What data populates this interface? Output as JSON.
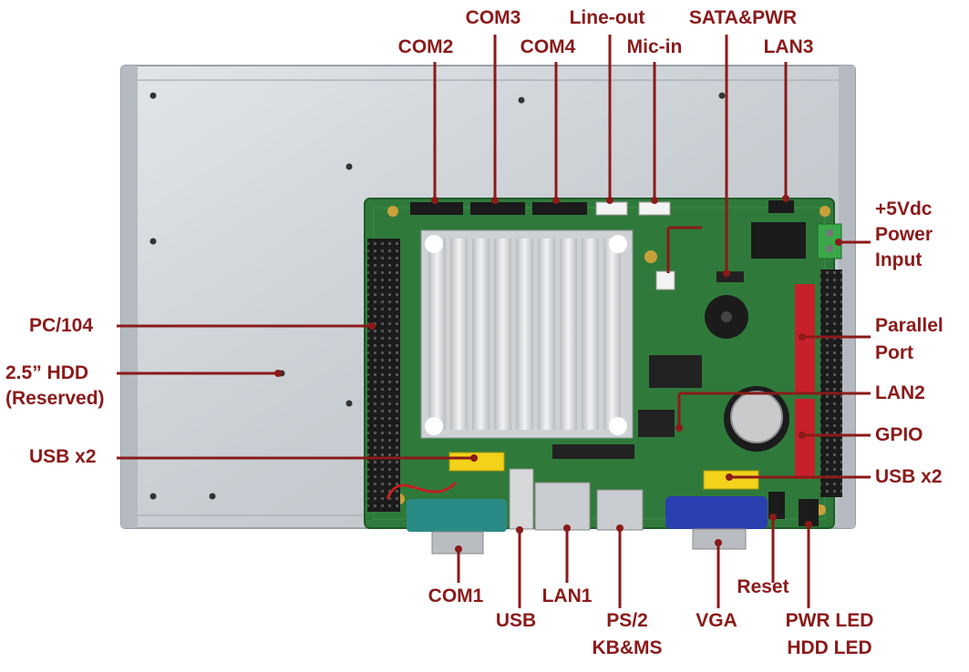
{
  "labels": {
    "com2": "COM2",
    "com3": "COM3",
    "com4": "COM4",
    "line_out": "Line-out",
    "mic_in": "Mic-in",
    "sata_pwr": "SATA&PWR",
    "lan3": "LAN3",
    "power_input": [
      "+5Vdc",
      "Power",
      "Input"
    ],
    "pc104": "PC/104",
    "hdd": [
      "2.5” HDD",
      "(Reserved)"
    ],
    "usb_x2_left": "USB x2",
    "parallel_port": [
      "Parallel",
      "Port"
    ],
    "lan2": "LAN2",
    "gpio": "GPIO",
    "usb_x2_right": "USB x2",
    "com1": "COM1",
    "usb": "USB",
    "lan1": "LAN1",
    "ps2": [
      "PS/2",
      "KB&MS"
    ],
    "vga": "VGA",
    "reset": "Reset",
    "pwr_hdd_led": [
      "PWR LED",
      "HDD LED"
    ]
  },
  "colors": {
    "label": "#8b1a1a",
    "chassis": "#c9ced3",
    "pcb": "#2f7a3a",
    "heatsink": "#d8dadc",
    "header_black": "#1b1b1b",
    "connector_red": "#c8202a",
    "usb_yellow": "#f2d21a",
    "vga_blue": "#2a3fb0",
    "com1_teal": "#2a8a86"
  }
}
